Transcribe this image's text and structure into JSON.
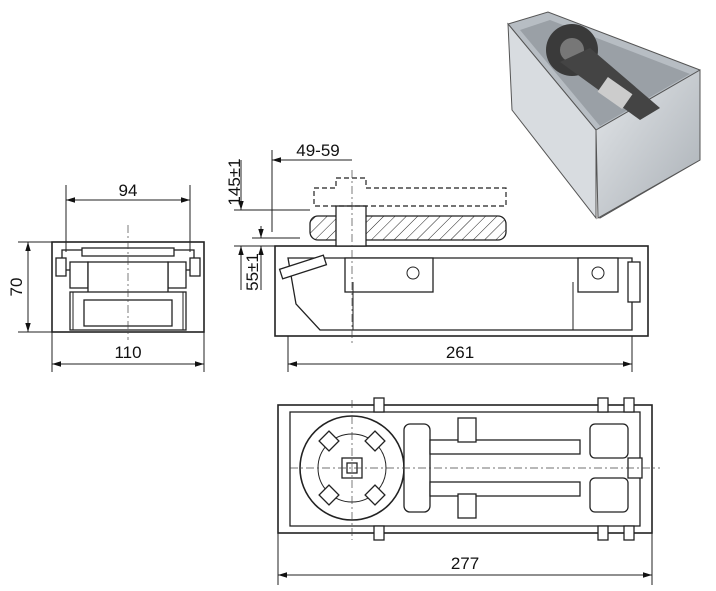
{
  "dimensions": {
    "front_width_inner": "94",
    "front_height": "70",
    "front_width": "110",
    "spindle_offset": "49-59",
    "arm_height": "145±1",
    "spindle_height": "55±1",
    "side_length": "261",
    "top_length": "277"
  },
  "colors": {
    "line": "#222222",
    "box_metal": "#c8cdd2",
    "mechanism": "#3a3a3a"
  }
}
